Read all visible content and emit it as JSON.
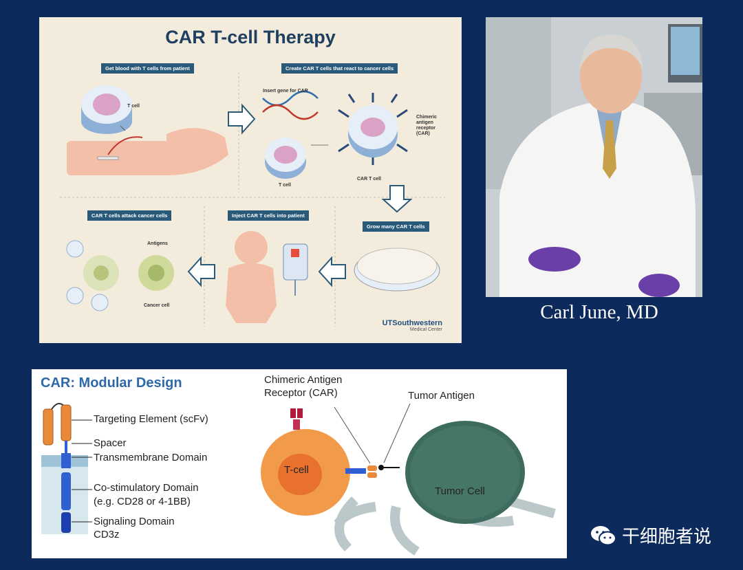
{
  "infographic": {
    "title": "CAR T-cell Therapy",
    "steps": {
      "get_blood": "Get blood with T cells from patient",
      "create_car": "Create CAR T cells that react to cancer cells",
      "grow": "Grow many CAR T cells",
      "inject": "Inject CAR T cells into patient",
      "attack": "CAR T cells attack cancer cells"
    },
    "labels": {
      "t_cell_1": "T cell",
      "insert_gene": "Insert gene for CAR",
      "t_cell_2": "T cell",
      "car_receptor": "Chimeric antigen receptor (CAR)",
      "car_t_cell": "CAR T cell",
      "antigens": "Antigens",
      "cancer_cell": "Cancer cell"
    },
    "logo_name": "UTSouthwestern",
    "logo_sub": "Medical Center"
  },
  "photo": {
    "caption": "Carl June, MD"
  },
  "modular": {
    "title": "CAR: Modular Design",
    "parts": {
      "targeting": "Targeting Element (scFv)",
      "spacer": "Spacer",
      "transmembrane": "Transmembrane Domain",
      "costim_1": "Co-stimulatory Domain",
      "costim_2": "(e.g. CD28 or 4-1BB)",
      "signaling": "Signaling Domain",
      "cd3z": "CD3z"
    },
    "car_label_1": "Chimeric Antigen",
    "car_label_2": "Receptor (CAR)",
    "tumor_antigen": "Tumor Antigen",
    "t_cell": "T-cell",
    "tumor_cell": "Tumor Cell"
  },
  "watermark": {
    "text": "干细胞者说",
    "icon": "wechat-icon"
  },
  "colors": {
    "background": "#0c2a5c",
    "infographic_bg": "#f3ecdc",
    "step_label": "#2a5a7a",
    "mod_title": "#2f68a8",
    "car_orange": "#e88a3a",
    "car_blue": "#2f5fd0",
    "tumor_green": "#3d6b5e"
  }
}
